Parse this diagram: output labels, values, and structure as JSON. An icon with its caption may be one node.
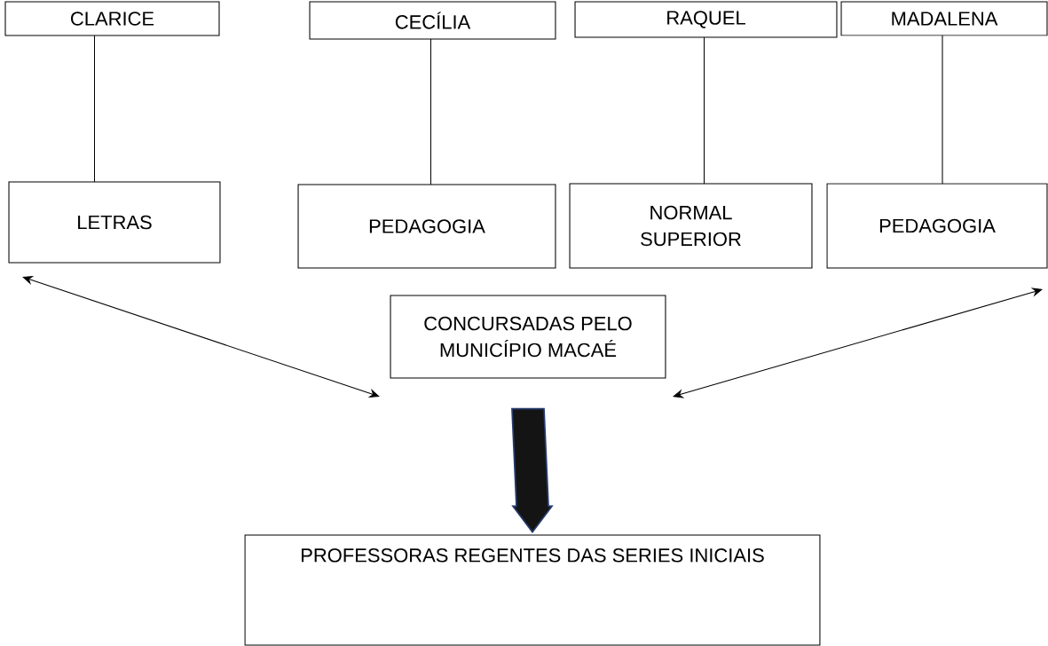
{
  "diagram": {
    "nodes": [
      {
        "text": [
          "CLARICE"
        ]
      },
      {
        "text": [
          "CECÍLIA"
        ]
      },
      {
        "text": [
          "RAQUEL"
        ]
      },
      {
        "text": [
          "MADALENA"
        ]
      },
      {
        "text": [
          "LETRAS"
        ]
      },
      {
        "text": [
          "PEDAGOGIA"
        ]
      },
      {
        "text": [
          "NORMAL SUPERIOR"
        ]
      },
      {
        "text": [
          "PEDAGOGIA"
        ]
      },
      {
        "text": [
          "CONCURSADAS PELO MUNICÍPIO MACAÉ"
        ]
      },
      {
        "text": [
          "PROFESSORAS REGENTES DAS SERIES INICIAIS"
        ]
      }
    ],
    "edges": [
      {
        "from": 0,
        "to": 4,
        "arrow": "none"
      },
      {
        "from": 1,
        "to": 5,
        "arrow": "none"
      },
      {
        "from": 2,
        "to": 6,
        "arrow": "none"
      },
      {
        "from": 3,
        "to": 7,
        "arrow": "none"
      },
      {
        "from": 8,
        "to": 4,
        "arrow": "both"
      },
      {
        "from": 8,
        "to": 7,
        "arrow": "both"
      },
      {
        "from": 8,
        "to": 9,
        "arrow": "to",
        "style": "thick"
      }
    ]
  }
}
